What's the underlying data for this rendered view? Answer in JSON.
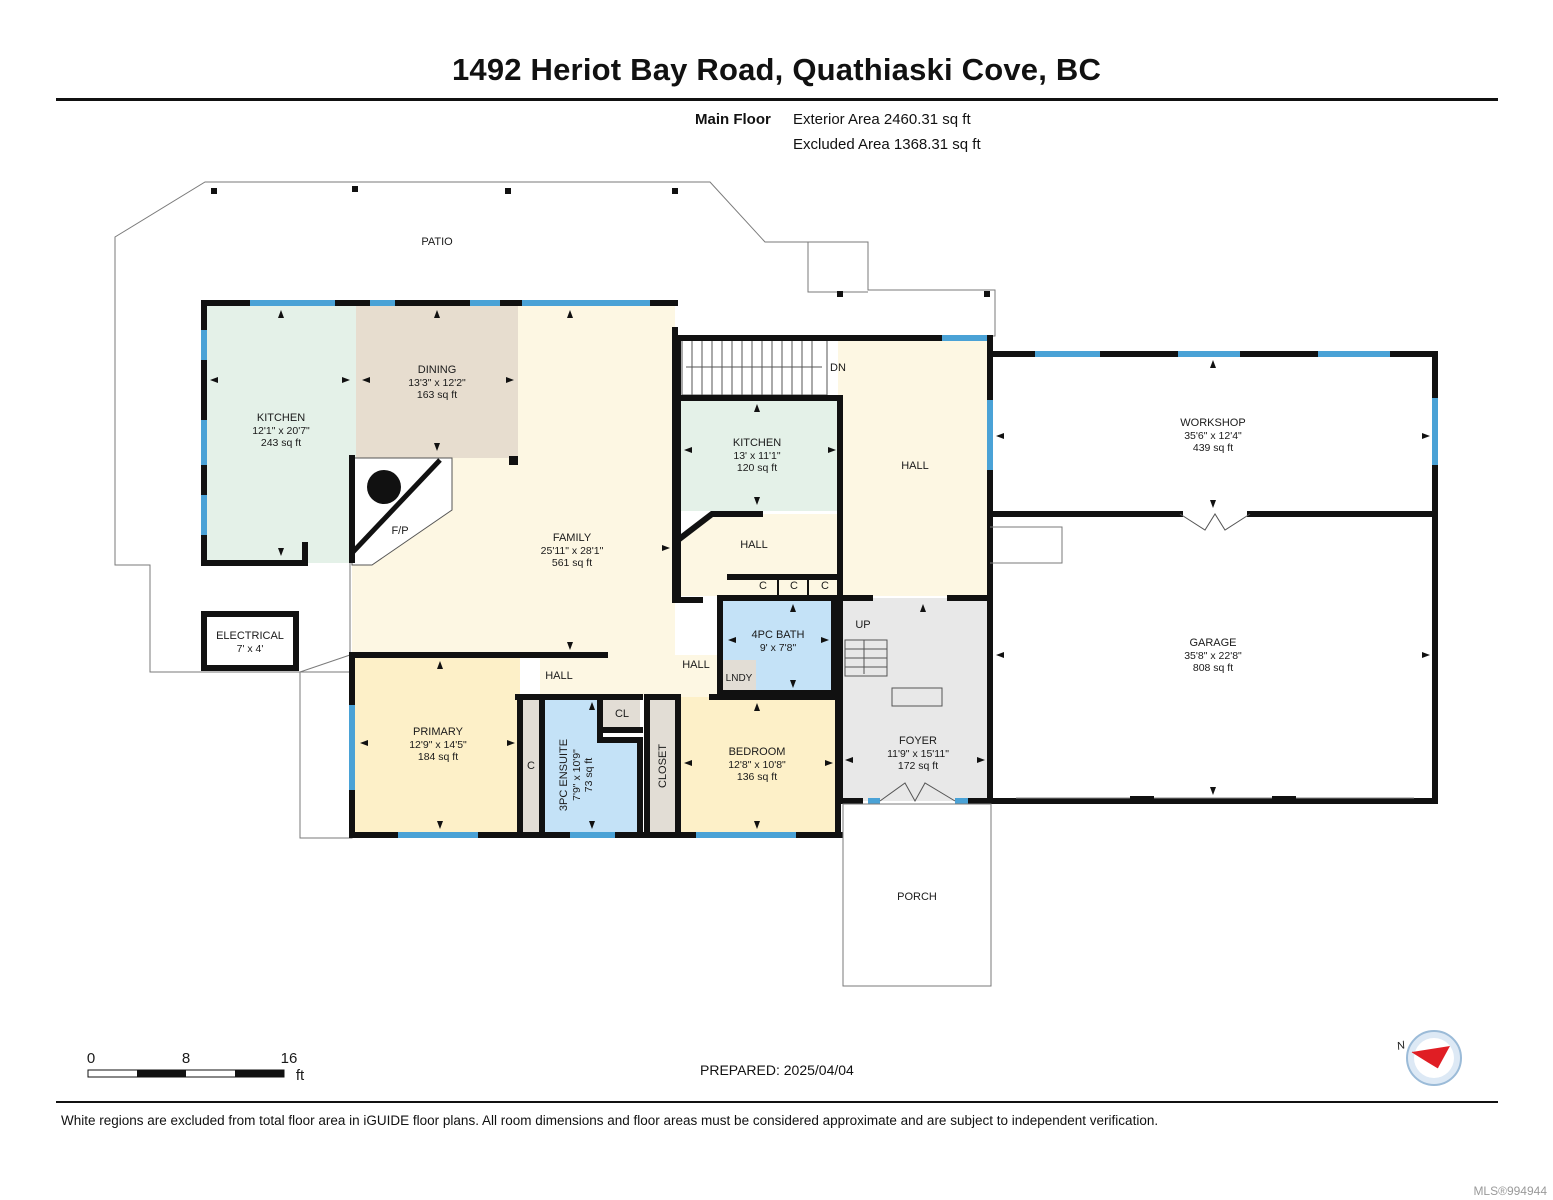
{
  "header": {
    "title": "1492 Heriot Bay Road, Quathiaski Cove, BC",
    "floor_label": "Main Floor",
    "exterior_area": "Exterior Area 2460.31 sq ft",
    "excluded_area": "Excluded Area 1368.31 sq ft"
  },
  "colors": {
    "kitchen_green": "#e4f1e8",
    "dining_tan": "#e7ddcf",
    "family_cream": "#fdf7e3",
    "primary_yellow": "#fdf0c8",
    "bath_blue": "#c4e2f7",
    "closet_gray": "#e2ddd5",
    "foyer_gray": "#e8e8e8",
    "window_blue": "#4aa2d6",
    "wall": "#111111",
    "compass_red": "#e01e24"
  },
  "rooms": {
    "kitchen_main": {
      "name": "KITCHEN",
      "dims": "12'1\" x 20'7\"",
      "area": "243 sq ft"
    },
    "dining": {
      "name": "DINING",
      "dims": "13'3\" x 12'2\"",
      "area": "163 sq ft"
    },
    "family": {
      "name": "FAMILY",
      "dims": "25'11\" x 28'1\"",
      "area": "561 sq ft"
    },
    "fireplace": {
      "name": "F/P"
    },
    "kitchen_small": {
      "name": "KITCHEN",
      "dims": "13' x 11'1\"",
      "area": "120 sq ft"
    },
    "hall_right": {
      "name": "HALL"
    },
    "hall_mid": {
      "name": "HALL"
    },
    "hall_lower_left": {
      "name": "HALL"
    },
    "hall_lower_right": {
      "name": "HALL"
    },
    "workshop": {
      "name": "WORKSHOP",
      "dims": "35'6\" x 12'4\"",
      "area": "439 sq ft"
    },
    "garage": {
      "name": "GARAGE",
      "dims": "35'8\" x 22'8\"",
      "area": "808 sq ft"
    },
    "electrical": {
      "name": "ELECTRICAL",
      "dims": "7' x 4'"
    },
    "bath4": {
      "name": "4PC BATH",
      "dims": "9' x 7'8\""
    },
    "laundry": {
      "name": "LNDY"
    },
    "closets": [
      "C",
      "C",
      "C"
    ],
    "primary": {
      "name": "PRIMARY",
      "dims": "12'9\" x 14'5\"",
      "area": "184 sq ft"
    },
    "primary_closet": {
      "name": "C"
    },
    "ensuite": {
      "name": "3PC ENSUITE",
      "dims": "7'9\" x 10'9\"",
      "area": "73 sq ft"
    },
    "cl": {
      "name": "CL"
    },
    "closet": {
      "name": "CLOSET"
    },
    "bedroom": {
      "name": "BEDROOM",
      "dims": "12'8\" x 10'8\"",
      "area": "136 sq ft"
    },
    "foyer": {
      "name": "FOYER",
      "dims": "11'9\" x 15'11\"",
      "area": "172 sq ft"
    },
    "stairs_up": "UP",
    "stairs_down": "DN",
    "patio": "PATIO",
    "porch": "PORCH"
  },
  "scale": {
    "labels": [
      "0",
      "8",
      "16"
    ],
    "unit": "ft"
  },
  "prepared": "PREPARED: 2025/04/04",
  "footer": "White regions are excluded from total floor area in iGUIDE floor plans. All room dimensions and floor areas must be considered approximate and are subject to independent verification.",
  "watermark": "MLS®994944"
}
